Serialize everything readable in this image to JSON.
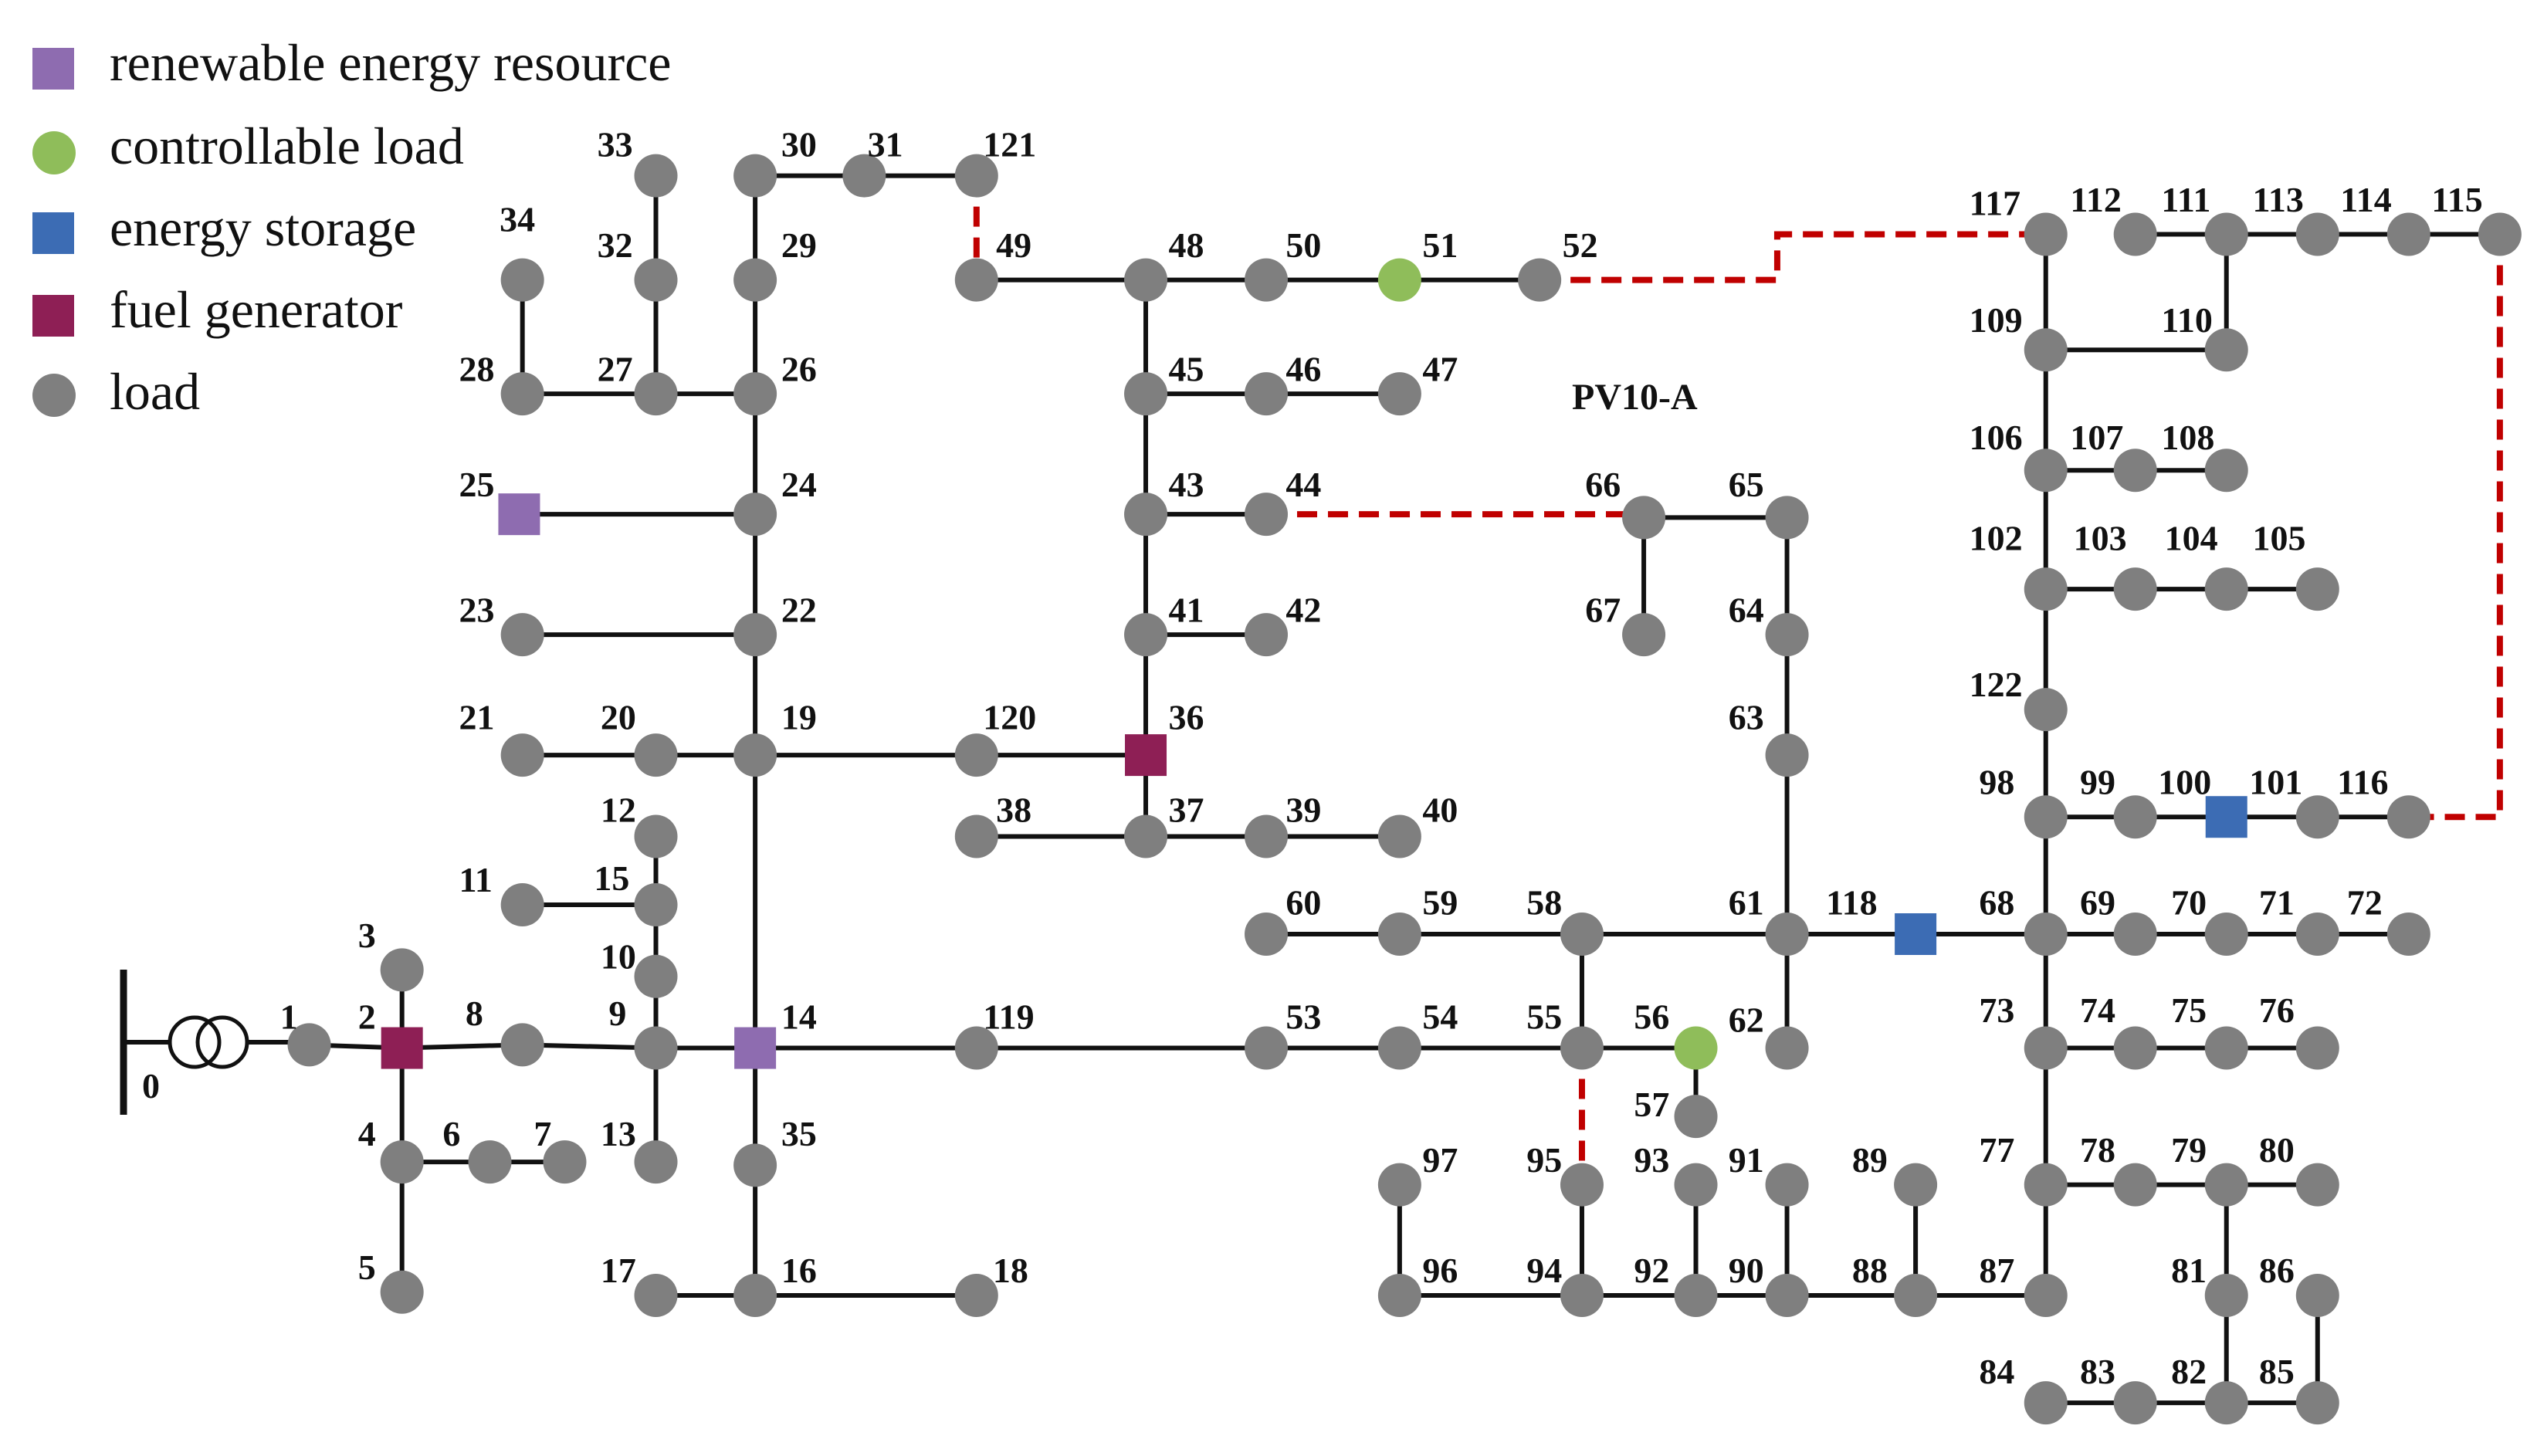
{
  "colors": {
    "load": "#7f7f7f",
    "renewable": "#8e6cb0",
    "controllable_load": "#8fbd5a",
    "storage": "#3c6cb4",
    "fuel_generator": "#8e1f55",
    "line": "#111111",
    "tie_line": "#c00000"
  },
  "legend": [
    {
      "type": "renewable",
      "label": "renewable energy resource"
    },
    {
      "type": "controllable",
      "label": "controllable load"
    },
    {
      "type": "storage",
      "label": "energy storage"
    },
    {
      "type": "fuel",
      "label": "fuel generator"
    },
    {
      "type": "load",
      "label": "load"
    }
  ],
  "area_label": "PV10-A",
  "source_bus_label": "0",
  "nodes": [
    {
      "id": "1",
      "type": "load"
    },
    {
      "id": "2",
      "type": "fuel"
    },
    {
      "id": "3",
      "type": "load"
    },
    {
      "id": "4",
      "type": "load"
    },
    {
      "id": "5",
      "type": "load"
    },
    {
      "id": "6",
      "type": "load"
    },
    {
      "id": "7",
      "type": "load"
    },
    {
      "id": "8",
      "type": "load"
    },
    {
      "id": "9",
      "type": "load"
    },
    {
      "id": "10",
      "type": "load"
    },
    {
      "id": "11",
      "type": "load"
    },
    {
      "id": "12",
      "type": "load"
    },
    {
      "id": "13",
      "type": "load"
    },
    {
      "id": "14",
      "type": "renewable"
    },
    {
      "id": "15",
      "type": "load"
    },
    {
      "id": "16",
      "type": "load"
    },
    {
      "id": "17",
      "type": "load"
    },
    {
      "id": "18",
      "type": "load"
    },
    {
      "id": "19",
      "type": "load"
    },
    {
      "id": "20",
      "type": "load"
    },
    {
      "id": "21",
      "type": "load"
    },
    {
      "id": "22",
      "type": "load"
    },
    {
      "id": "23",
      "type": "load"
    },
    {
      "id": "24",
      "type": "load"
    },
    {
      "id": "25",
      "type": "renewable"
    },
    {
      "id": "26",
      "type": "load"
    },
    {
      "id": "27",
      "type": "load"
    },
    {
      "id": "28",
      "type": "load"
    },
    {
      "id": "29",
      "type": "load"
    },
    {
      "id": "30",
      "type": "load"
    },
    {
      "id": "31",
      "type": "load"
    },
    {
      "id": "32",
      "type": "load"
    },
    {
      "id": "33",
      "type": "load"
    },
    {
      "id": "34",
      "type": "load"
    },
    {
      "id": "35",
      "type": "load"
    },
    {
      "id": "36",
      "type": "fuel"
    },
    {
      "id": "37",
      "type": "load"
    },
    {
      "id": "38",
      "type": "load"
    },
    {
      "id": "39",
      "type": "load"
    },
    {
      "id": "40",
      "type": "load"
    },
    {
      "id": "41",
      "type": "load"
    },
    {
      "id": "42",
      "type": "load"
    },
    {
      "id": "43",
      "type": "load"
    },
    {
      "id": "44",
      "type": "load"
    },
    {
      "id": "45",
      "type": "load"
    },
    {
      "id": "46",
      "type": "load"
    },
    {
      "id": "47",
      "type": "load"
    },
    {
      "id": "48",
      "type": "load"
    },
    {
      "id": "49",
      "type": "load"
    },
    {
      "id": "50",
      "type": "load"
    },
    {
      "id": "51",
      "type": "controllable"
    },
    {
      "id": "52",
      "type": "load"
    },
    {
      "id": "53",
      "type": "load"
    },
    {
      "id": "54",
      "type": "load"
    },
    {
      "id": "55",
      "type": "load"
    },
    {
      "id": "56",
      "type": "controllable"
    },
    {
      "id": "57",
      "type": "load"
    },
    {
      "id": "58",
      "type": "load"
    },
    {
      "id": "59",
      "type": "load"
    },
    {
      "id": "60",
      "type": "load"
    },
    {
      "id": "61",
      "type": "load"
    },
    {
      "id": "62",
      "type": "load"
    },
    {
      "id": "63",
      "type": "load"
    },
    {
      "id": "64",
      "type": "load"
    },
    {
      "id": "65",
      "type": "load"
    },
    {
      "id": "66",
      "type": "load"
    },
    {
      "id": "67",
      "type": "load"
    },
    {
      "id": "68",
      "type": "load"
    },
    {
      "id": "69",
      "type": "load"
    },
    {
      "id": "70",
      "type": "load"
    },
    {
      "id": "71",
      "type": "load"
    },
    {
      "id": "72",
      "type": "load"
    },
    {
      "id": "73",
      "type": "load"
    },
    {
      "id": "74",
      "type": "load"
    },
    {
      "id": "75",
      "type": "load"
    },
    {
      "id": "76",
      "type": "load"
    },
    {
      "id": "77",
      "type": "load"
    },
    {
      "id": "78",
      "type": "load"
    },
    {
      "id": "79",
      "type": "load"
    },
    {
      "id": "80",
      "type": "load"
    },
    {
      "id": "81",
      "type": "load"
    },
    {
      "id": "82",
      "type": "load"
    },
    {
      "id": "83",
      "type": "load"
    },
    {
      "id": "84",
      "type": "load"
    },
    {
      "id": "85",
      "type": "load"
    },
    {
      "id": "86",
      "type": "load"
    },
    {
      "id": "87",
      "type": "load"
    },
    {
      "id": "88",
      "type": "load"
    },
    {
      "id": "89",
      "type": "load"
    },
    {
      "id": "90",
      "type": "load"
    },
    {
      "id": "91",
      "type": "load"
    },
    {
      "id": "92",
      "type": "load"
    },
    {
      "id": "93",
      "type": "load"
    },
    {
      "id": "94",
      "type": "load"
    },
    {
      "id": "95",
      "type": "load"
    },
    {
      "id": "96",
      "type": "load"
    },
    {
      "id": "97",
      "type": "load"
    },
    {
      "id": "98",
      "type": "load"
    },
    {
      "id": "99",
      "type": "load"
    },
    {
      "id": "100",
      "type": "storage"
    },
    {
      "id": "101",
      "type": "load"
    },
    {
      "id": "102",
      "type": "load"
    },
    {
      "id": "103",
      "type": "load"
    },
    {
      "id": "104",
      "type": "load"
    },
    {
      "id": "105",
      "type": "load"
    },
    {
      "id": "106",
      "type": "load"
    },
    {
      "id": "107",
      "type": "load"
    },
    {
      "id": "108",
      "type": "load"
    },
    {
      "id": "109",
      "type": "load"
    },
    {
      "id": "110",
      "type": "load"
    },
    {
      "id": "111",
      "type": "load"
    },
    {
      "id": "112",
      "type": "load"
    },
    {
      "id": "113",
      "type": "load"
    },
    {
      "id": "114",
      "type": "load"
    },
    {
      "id": "115",
      "type": "load"
    },
    {
      "id": "116",
      "type": "load"
    },
    {
      "id": "117",
      "type": "load"
    },
    {
      "id": "118",
      "type": "storage"
    },
    {
      "id": "119",
      "type": "load"
    },
    {
      "id": "120",
      "type": "load"
    },
    {
      "id": "121",
      "type": "load"
    },
    {
      "id": "122",
      "type": "load"
    }
  ],
  "lines": [
    [
      "1",
      "2"
    ],
    [
      "2",
      "3"
    ],
    [
      "2",
      "4"
    ],
    [
      "4",
      "5"
    ],
    [
      "4",
      "6"
    ],
    [
      "6",
      "7"
    ],
    [
      "2",
      "8"
    ],
    [
      "8",
      "9"
    ],
    [
      "9",
      "10"
    ],
    [
      "10",
      "15"
    ],
    [
      "15",
      "12"
    ],
    [
      "15",
      "11"
    ],
    [
      "9",
      "13"
    ],
    [
      "9",
      "14"
    ],
    [
      "14",
      "35"
    ],
    [
      "35",
      "16"
    ],
    [
      "16",
      "17"
    ],
    [
      "16",
      "18"
    ],
    [
      "14",
      "19"
    ],
    [
      "19",
      "20"
    ],
    [
      "20",
      "21"
    ],
    [
      "19",
      "22"
    ],
    [
      "22",
      "23"
    ],
    [
      "22",
      "24"
    ],
    [
      "24",
      "25"
    ],
    [
      "24",
      "26"
    ],
    [
      "26",
      "27"
    ],
    [
      "27",
      "28"
    ],
    [
      "28",
      "34"
    ],
    [
      "27",
      "32"
    ],
    [
      "32",
      "33"
    ],
    [
      "26",
      "29"
    ],
    [
      "29",
      "30"
    ],
    [
      "30",
      "31"
    ],
    [
      "31",
      "121"
    ],
    [
      "19",
      "120"
    ],
    [
      "120",
      "36"
    ],
    [
      "36",
      "37"
    ],
    [
      "37",
      "38"
    ],
    [
      "37",
      "39"
    ],
    [
      "39",
      "40"
    ],
    [
      "36",
      "41"
    ],
    [
      "41",
      "42"
    ],
    [
      "41",
      "43"
    ],
    [
      "43",
      "44"
    ],
    [
      "43",
      "45"
    ],
    [
      "45",
      "46"
    ],
    [
      "46",
      "47"
    ],
    [
      "45",
      "48"
    ],
    [
      "48",
      "49"
    ],
    [
      "48",
      "50"
    ],
    [
      "50",
      "51"
    ],
    [
      "51",
      "52"
    ],
    [
      "14",
      "119"
    ],
    [
      "119",
      "53"
    ],
    [
      "53",
      "54"
    ],
    [
      "54",
      "55"
    ],
    [
      "55",
      "56"
    ],
    [
      "56",
      "57"
    ],
    [
      "55",
      "58"
    ],
    [
      "58",
      "59"
    ],
    [
      "59",
      "60"
    ],
    [
      "58",
      "61"
    ],
    [
      "61",
      "62"
    ],
    [
      "61",
      "63"
    ],
    [
      "63",
      "64"
    ],
    [
      "64",
      "65"
    ],
    [
      "65",
      "66"
    ],
    [
      "66",
      "67"
    ],
    [
      "61",
      "118"
    ],
    [
      "118",
      "68"
    ],
    [
      "68",
      "69"
    ],
    [
      "69",
      "70"
    ],
    [
      "70",
      "71"
    ],
    [
      "71",
      "72"
    ],
    [
      "68",
      "73"
    ],
    [
      "73",
      "74"
    ],
    [
      "74",
      "75"
    ],
    [
      "75",
      "76"
    ],
    [
      "73",
      "77"
    ],
    [
      "77",
      "78"
    ],
    [
      "78",
      "79"
    ],
    [
      "79",
      "80"
    ],
    [
      "79",
      "81"
    ],
    [
      "81",
      "82"
    ],
    [
      "82",
      "83"
    ],
    [
      "83",
      "84"
    ],
    [
      "82",
      "85"
    ],
    [
      "85",
      "86"
    ],
    [
      "77",
      "87"
    ],
    [
      "87",
      "88"
    ],
    [
      "88",
      "89"
    ],
    [
      "88",
      "90"
    ],
    [
      "90",
      "91"
    ],
    [
      "90",
      "92"
    ],
    [
      "92",
      "93"
    ],
    [
      "92",
      "94"
    ],
    [
      "94",
      "95"
    ],
    [
      "94",
      "96"
    ],
    [
      "96",
      "97"
    ],
    [
      "68",
      "98"
    ],
    [
      "98",
      "99"
    ],
    [
      "99",
      "100"
    ],
    [
      "100",
      "101"
    ],
    [
      "101",
      "116"
    ],
    [
      "98",
      "122"
    ],
    [
      "122",
      "102"
    ],
    [
      "102",
      "103"
    ],
    [
      "103",
      "104"
    ],
    [
      "104",
      "105"
    ],
    [
      "102",
      "106"
    ],
    [
      "106",
      "107"
    ],
    [
      "107",
      "108"
    ],
    [
      "106",
      "109"
    ],
    [
      "109",
      "110"
    ],
    [
      "110",
      "111"
    ],
    [
      "109",
      "117"
    ],
    [
      "111",
      "112"
    ],
    [
      "111",
      "113"
    ],
    [
      "113",
      "114"
    ],
    [
      "114",
      "115"
    ]
  ],
  "tie_lines": [
    [
      "121",
      "49"
    ],
    [
      "44",
      "66"
    ],
    [
      "52",
      "117"
    ],
    [
      "115",
      "116"
    ],
    [
      "55",
      "95"
    ]
  ]
}
